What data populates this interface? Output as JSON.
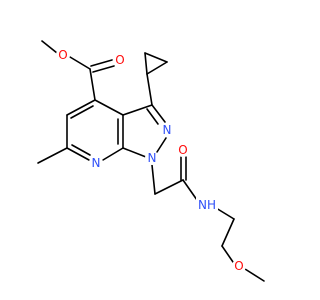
{
  "molecule": {
    "colors": {
      "oxygen": "#ff0d0d",
      "nitrogen": "#3050f8",
      "bond": "#000000"
    },
    "atom_labels": {
      "ester_carbonyl_o": "O",
      "ester_ether_o": "O",
      "pyrazole_n2": "N",
      "pyrazole_n1": "N",
      "pyridine_n": "N",
      "amide_o": "O",
      "amide_nh": "NH",
      "methoxy_o": "O"
    }
  }
}
